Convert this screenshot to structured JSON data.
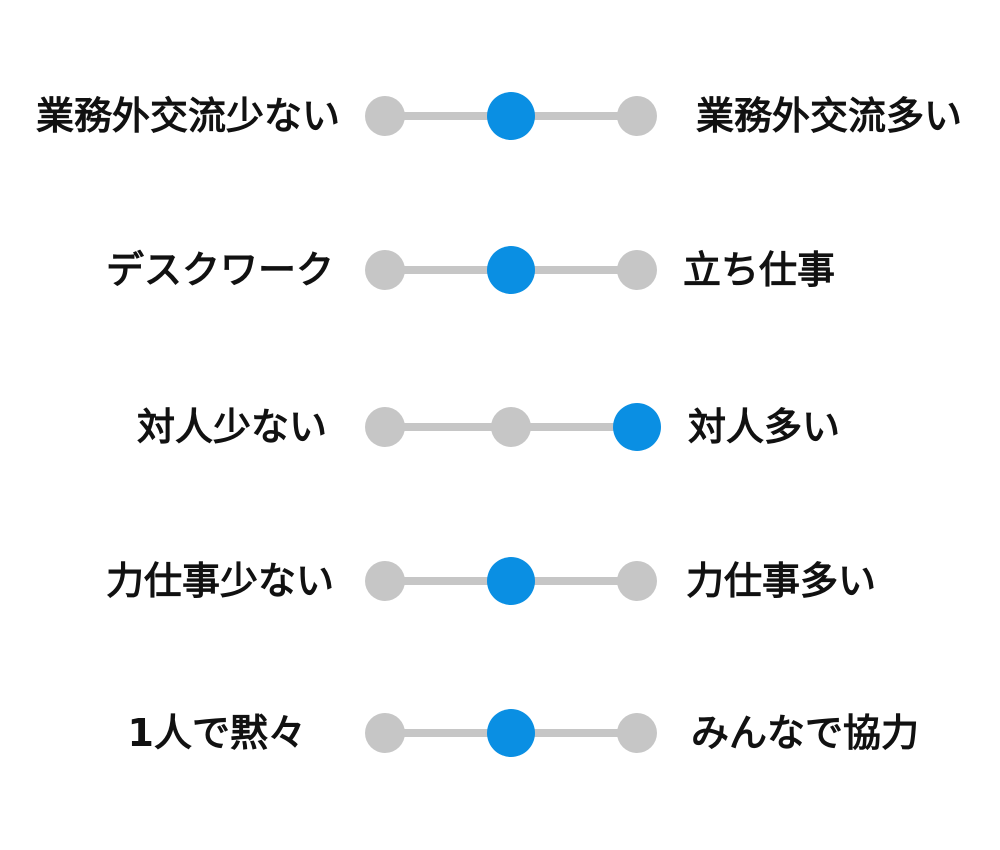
{
  "scales": [
    {
      "left_label": "業務外交流少ない",
      "right_label": "業務外交流多い",
      "stops": 3,
      "selected_index": 1
    },
    {
      "left_label": "デスクワーク",
      "right_label": "立ち仕事",
      "stops": 3,
      "selected_index": 1
    },
    {
      "left_label": "対人少ない",
      "right_label": "対人多い",
      "stops": 3,
      "selected_index": 2
    },
    {
      "left_label": "力仕事少ない",
      "right_label": "力仕事多い",
      "stops": 3,
      "selected_index": 1
    },
    {
      "left_label": "1人で黙々",
      "right_label": "みんなで協力",
      "stops": 3,
      "selected_index": 1
    }
  ],
  "colors": {
    "track": "#c6c6c6",
    "stop": "#c6c6c6",
    "selected": "#0a8fe3",
    "label": "#111111"
  }
}
